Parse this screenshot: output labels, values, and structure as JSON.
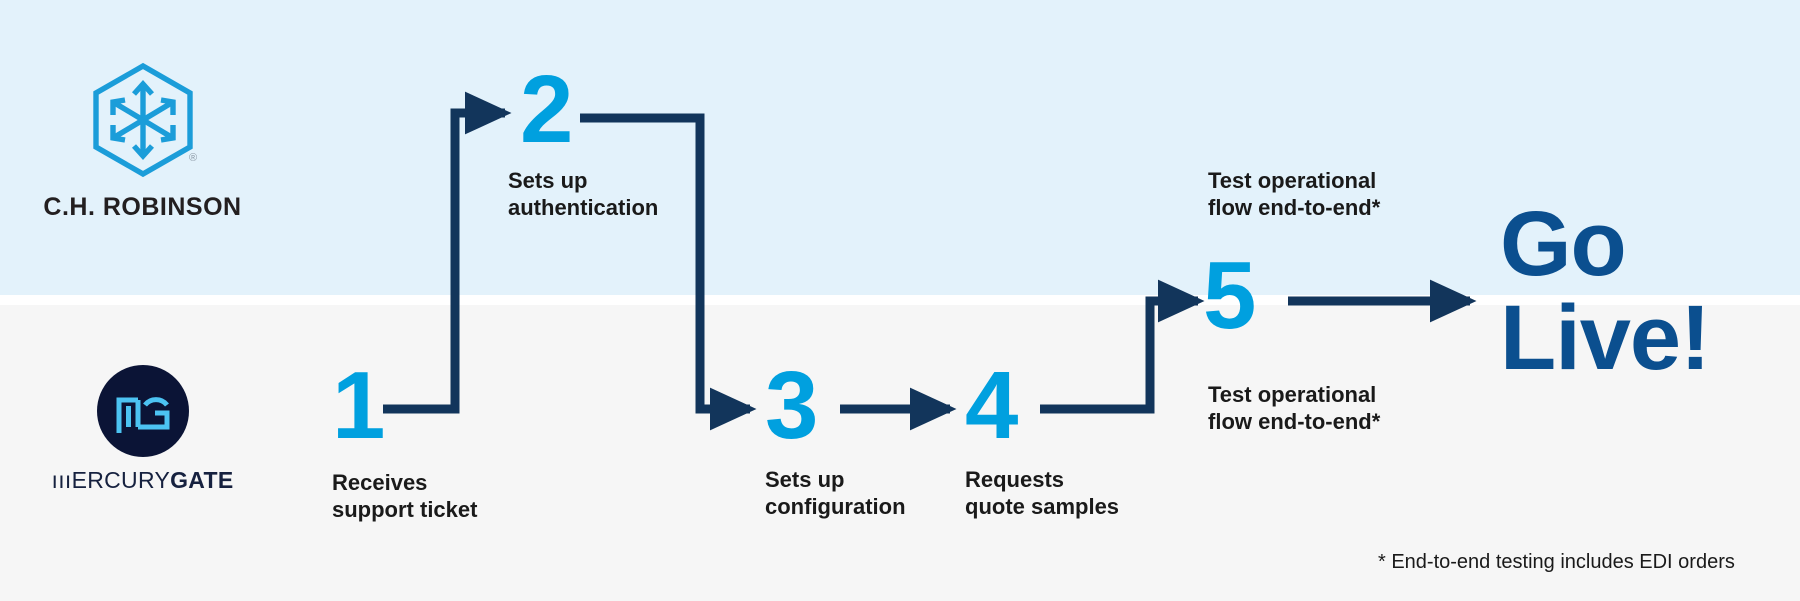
{
  "theme": {
    "band_top_color": "#e3f2fb",
    "band_bottom_color": "#f6f6f6",
    "number_color": "#00a0df",
    "connector_color": "#12355b",
    "golive_color": "#0b4f8f",
    "text_color": "#1a1a1a",
    "mg_navy": "#0b1436",
    "mg_cyan": "#4cc3f2",
    "chr_blue": "#1b9dd9"
  },
  "logos": {
    "chr": {
      "icon_name": "chr-hexagon-cube-icon",
      "wordmark": "C.H. ROBINSON",
      "registered_mark": "®"
    },
    "mercurygate": {
      "icon_name": "mercurygate-monogram-icon",
      "monogram": "mG",
      "wordmark_light": "ıııERCURY",
      "wordmark_bold": "GATE"
    }
  },
  "steps": [
    {
      "number": "1",
      "label": "Receives\nsupport ticket",
      "lane": "mercurygate"
    },
    {
      "number": "2",
      "label": "Sets up\nauthentication",
      "lane": "chrobinson"
    },
    {
      "number": "3",
      "label": "Sets up\nconfiguration",
      "lane": "mercurygate"
    },
    {
      "number": "4",
      "label": "Requests\nquote samples",
      "lane": "mercurygate"
    },
    {
      "number": "5",
      "label": "Test operational\nflow end-to-end*",
      "lane": "both"
    }
  ],
  "annotations": {
    "test_flow_top": "Test operational\nflow end-to-end*",
    "test_flow_bottom": "Test operational\nflow end-to-end*"
  },
  "outcome": {
    "label": "Go\nLive!"
  },
  "footnote": {
    "text": "* End-to-end testing includes EDI orders"
  }
}
